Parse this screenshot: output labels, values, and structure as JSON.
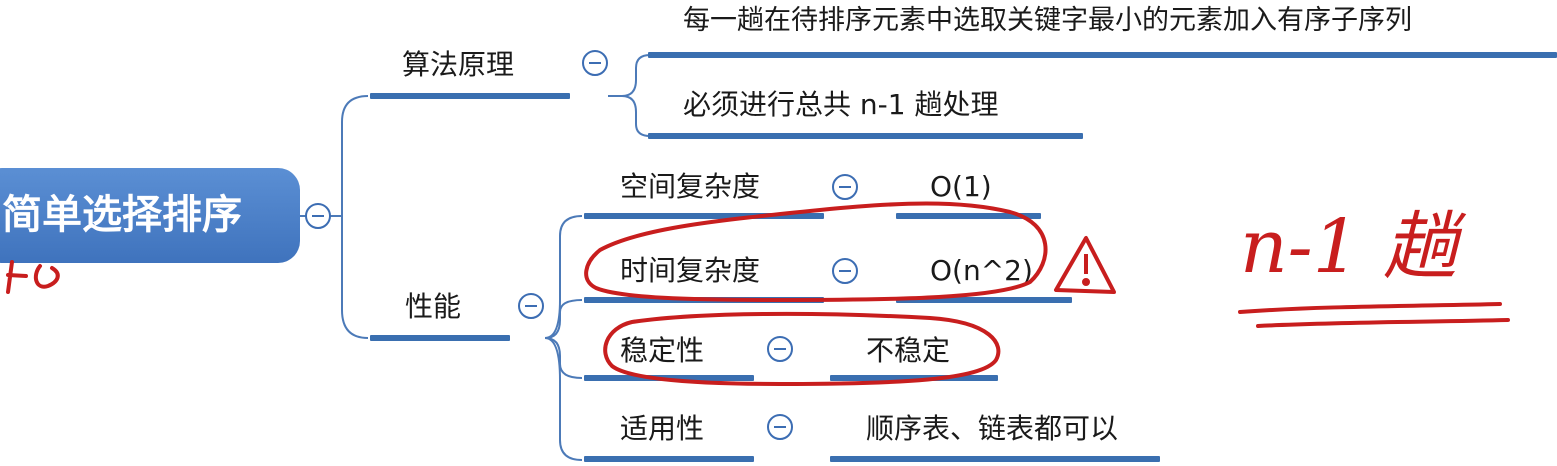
{
  "root": {
    "label": "简单选择排序"
  },
  "branches": {
    "principle": {
      "label": "算法原理",
      "items": [
        "每一趟在待排序元素中选取关键字最小的元素加入有序子序列",
        "必须进行总共 n-1 趟处理"
      ]
    },
    "performance": {
      "label": "性能",
      "items": [
        {
          "label": "空间复杂度",
          "value": "O(1)"
        },
        {
          "label": "时间复杂度",
          "value": "O(n^2)"
        },
        {
          "label": "稳定性",
          "value": "不稳定"
        },
        {
          "label": "适用性",
          "value": "顺序表、链表都可以"
        }
      ]
    }
  },
  "annotations": {
    "handwritten_note": "n-1 趟",
    "warning_icon": "warning-icon",
    "ink_color": "#c81e1e"
  },
  "colors": {
    "node_blue": "#4a7fc8",
    "connector": "#4c7ab8",
    "underline": "#3a6fb0"
  }
}
